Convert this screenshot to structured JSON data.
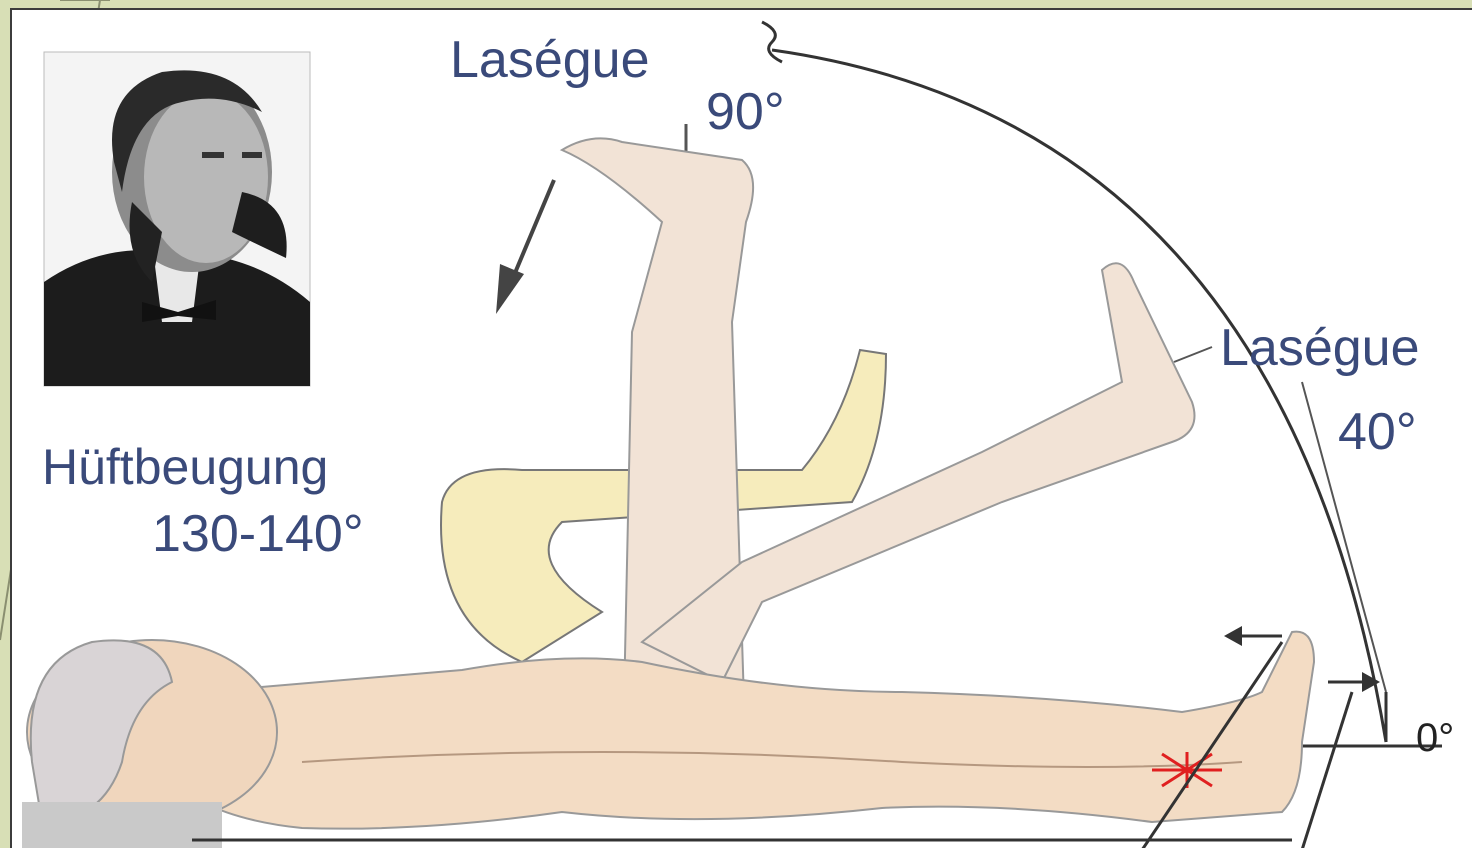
{
  "labels": {
    "lasegue_top": "Laségue",
    "angle_90": "90°",
    "lasegue_right": "Laségue",
    "angle_40": "40°",
    "hip_flexion": "Hüftbeugung",
    "hip_flexion_range": "130-140°",
    "angle_0": "0°"
  },
  "portrait": {
    "description_icon": "portrait-photo-icon"
  },
  "colors": {
    "label_text": "#3a4a7a",
    "skin": "#f3dcc4",
    "bent_leg": "#f6ecbc",
    "raised_leg": "#f2e3d6",
    "hair": "#d9d4d6",
    "pain_mark": "#e02020",
    "arc_line": "#333333"
  }
}
